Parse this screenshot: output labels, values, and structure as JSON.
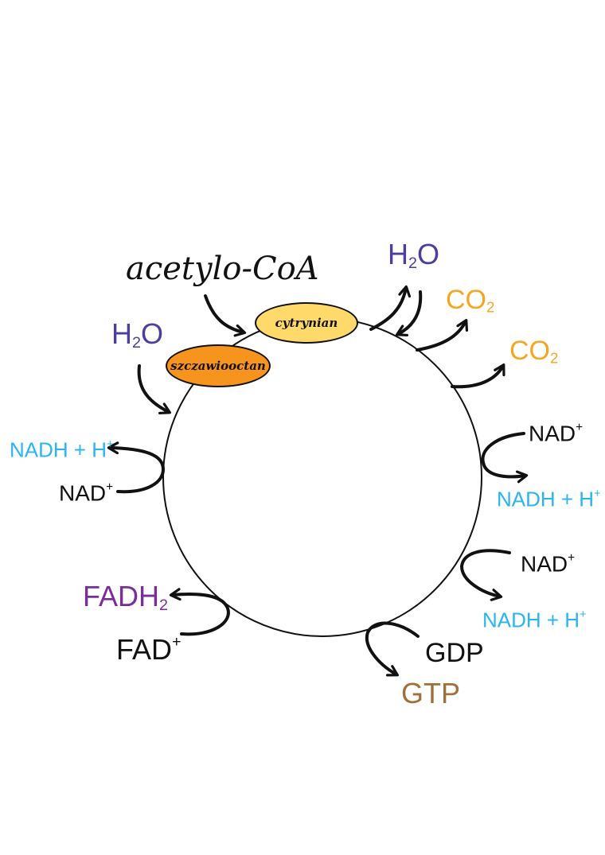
{
  "colors": {
    "ink": "#111111",
    "water": "#4a3fa0",
    "co2": "#f5a623",
    "nadh": "#29b6f0",
    "fadh": "#7b2d9e",
    "gtp": "#a0703a",
    "oval_citrate": "#ffd96a",
    "oval_oxaloacetate": "#f7941d"
  },
  "entry": {
    "text": "acetylo-CoA"
  },
  "ovals": {
    "citrate": "cytrynian",
    "oxaloacetate": "szczawiooctan"
  },
  "water_top": {
    "main": "H",
    "sub": "2",
    "tail": "O"
  },
  "water_left": {
    "main": "H",
    "sub": "2",
    "tail": "O"
  },
  "co2_1": {
    "main": "CO",
    "sub": "2"
  },
  "co2_2": {
    "main": "CO",
    "sub": "2"
  },
  "nad_right1": {
    "main": "NAD",
    "sup": "+"
  },
  "nadh_right1": {
    "main": "NADH + H",
    "sup": "+"
  },
  "nad_right2": {
    "main": "NAD",
    "sup": "+"
  },
  "nadh_right2": {
    "main": "NADH + H",
    "sup": "+"
  },
  "gdp": "GDP",
  "gtp": "GTP",
  "fad": {
    "main": "FAD",
    "sup": "+"
  },
  "fadh2": {
    "main": "FADH",
    "sub": "2"
  },
  "nad_left": {
    "main": "NAD",
    "sup": "+"
  },
  "nadh_left": {
    "main": "NADH + H",
    "sup": "+"
  }
}
